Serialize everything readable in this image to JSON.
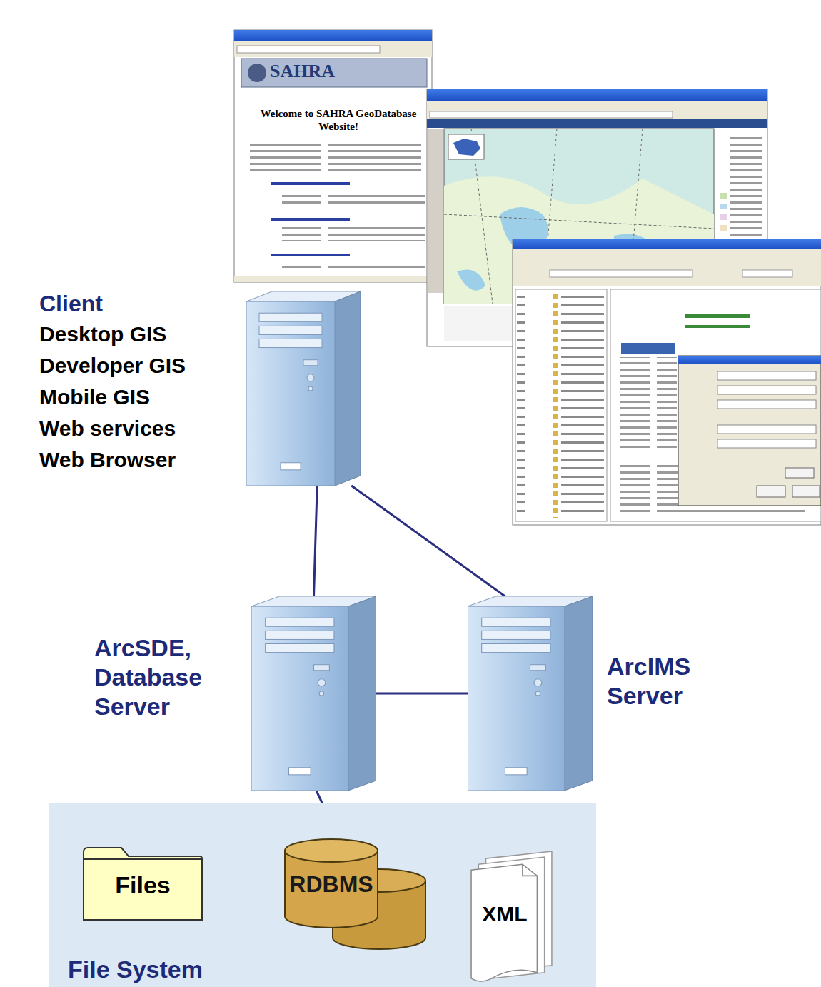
{
  "diagram": {
    "nodes": [
      {
        "text": [
          "Client",
          "Desktop GIS",
          "Developer GIS",
          "Mobile GIS",
          "Web services",
          "Web Browser"
        ]
      },
      {
        "text": [
          "ArcSDE, Database Server"
        ]
      },
      {
        "text": [
          "ArcIMS Server"
        ]
      },
      {
        "text": [
          "File System"
        ]
      },
      {
        "text": [
          "Files"
        ],
        "in": 3
      },
      {
        "text": [
          "RDBMS"
        ],
        "in": 3
      },
      {
        "text": [
          "XML"
        ],
        "in": 3
      }
    ],
    "edges": [
      {
        "from": 0,
        "to": 1,
        "arrow": "none"
      },
      {
        "from": 0,
        "to": 2,
        "arrow": "none"
      },
      {
        "from": 1,
        "to": 2,
        "arrow": "none"
      },
      {
        "from": 1,
        "to": 3,
        "arrow": "none"
      }
    ],
    "labels": [
      "SAHRA",
      "Welcome to SAHRA GeoDatabase Website!"
    ]
  }
}
